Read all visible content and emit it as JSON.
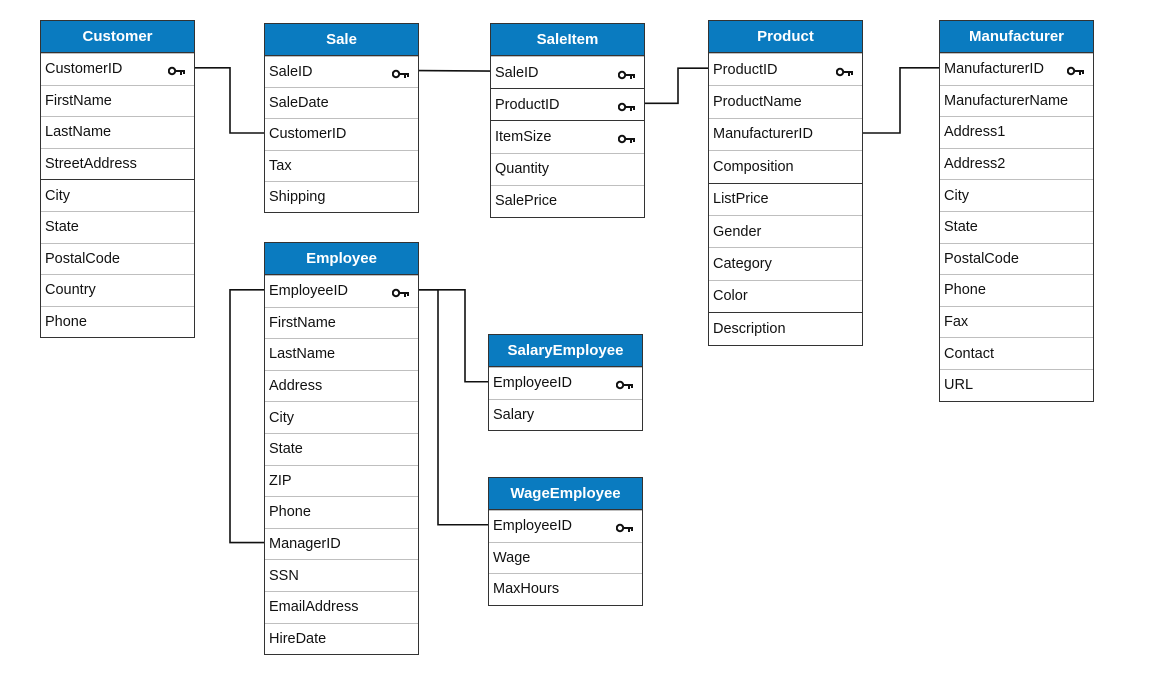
{
  "colors": {
    "header": "#0a7bc0",
    "line": "#111111"
  },
  "tables": {
    "customer": {
      "name": "Customer",
      "fields": [
        {
          "n": "CustomerID",
          "k": true
        },
        {
          "n": "FirstName"
        },
        {
          "n": "LastName"
        },
        {
          "n": "StreetAddress"
        },
        {
          "n": "City"
        },
        {
          "n": "State"
        },
        {
          "n": "PostalCode"
        },
        {
          "n": "Country"
        },
        {
          "n": "Phone"
        }
      ]
    },
    "sale": {
      "name": "Sale",
      "fields": [
        {
          "n": "SaleID",
          "k": true
        },
        {
          "n": "SaleDate"
        },
        {
          "n": "CustomerID"
        },
        {
          "n": "Tax"
        },
        {
          "n": "Shipping"
        }
      ]
    },
    "saleitem": {
      "name": "SaleItem",
      "fields": [
        {
          "n": "SaleID",
          "k": true
        },
        {
          "n": "ProductID",
          "k": true
        },
        {
          "n": "ItemSize",
          "k": true
        },
        {
          "n": "Quantity"
        },
        {
          "n": "SalePrice"
        }
      ]
    },
    "product": {
      "name": "Product",
      "fields": [
        {
          "n": "ProductID",
          "k": true
        },
        {
          "n": "ProductName"
        },
        {
          "n": "ManufacturerID"
        },
        {
          "n": "Composition"
        },
        {
          "n": "ListPrice"
        },
        {
          "n": "Gender"
        },
        {
          "n": "Category"
        },
        {
          "n": "Color"
        },
        {
          "n": "Description"
        }
      ]
    },
    "manufacturer": {
      "name": "Manufacturer",
      "fields": [
        {
          "n": "ManufacturerID",
          "k": true
        },
        {
          "n": "ManufacturerName"
        },
        {
          "n": "Address1"
        },
        {
          "n": "Address2"
        },
        {
          "n": "City"
        },
        {
          "n": "State"
        },
        {
          "n": "PostalCode"
        },
        {
          "n": "Phone"
        },
        {
          "n": "Fax"
        },
        {
          "n": "Contact"
        },
        {
          "n": "URL"
        }
      ]
    },
    "employee": {
      "name": "Employee",
      "fields": [
        {
          "n": "EmployeeID",
          "k": true
        },
        {
          "n": "FirstName"
        },
        {
          "n": "LastName"
        },
        {
          "n": "Address"
        },
        {
          "n": "City"
        },
        {
          "n": "State"
        },
        {
          "n": "ZIP"
        },
        {
          "n": "Phone"
        },
        {
          "n": "ManagerID"
        },
        {
          "n": "SSN"
        },
        {
          "n": "EmailAddress"
        },
        {
          "n": "HireDate"
        }
      ]
    },
    "salaryemployee": {
      "name": "SalaryEmployee",
      "fields": [
        {
          "n": "EmployeeID",
          "k": true
        },
        {
          "n": "Salary"
        }
      ]
    },
    "wageemployee": {
      "name": "WageEmployee",
      "fields": [
        {
          "n": "EmployeeID",
          "k": true
        },
        {
          "n": "Wage"
        },
        {
          "n": "MaxHours"
        }
      ]
    }
  }
}
